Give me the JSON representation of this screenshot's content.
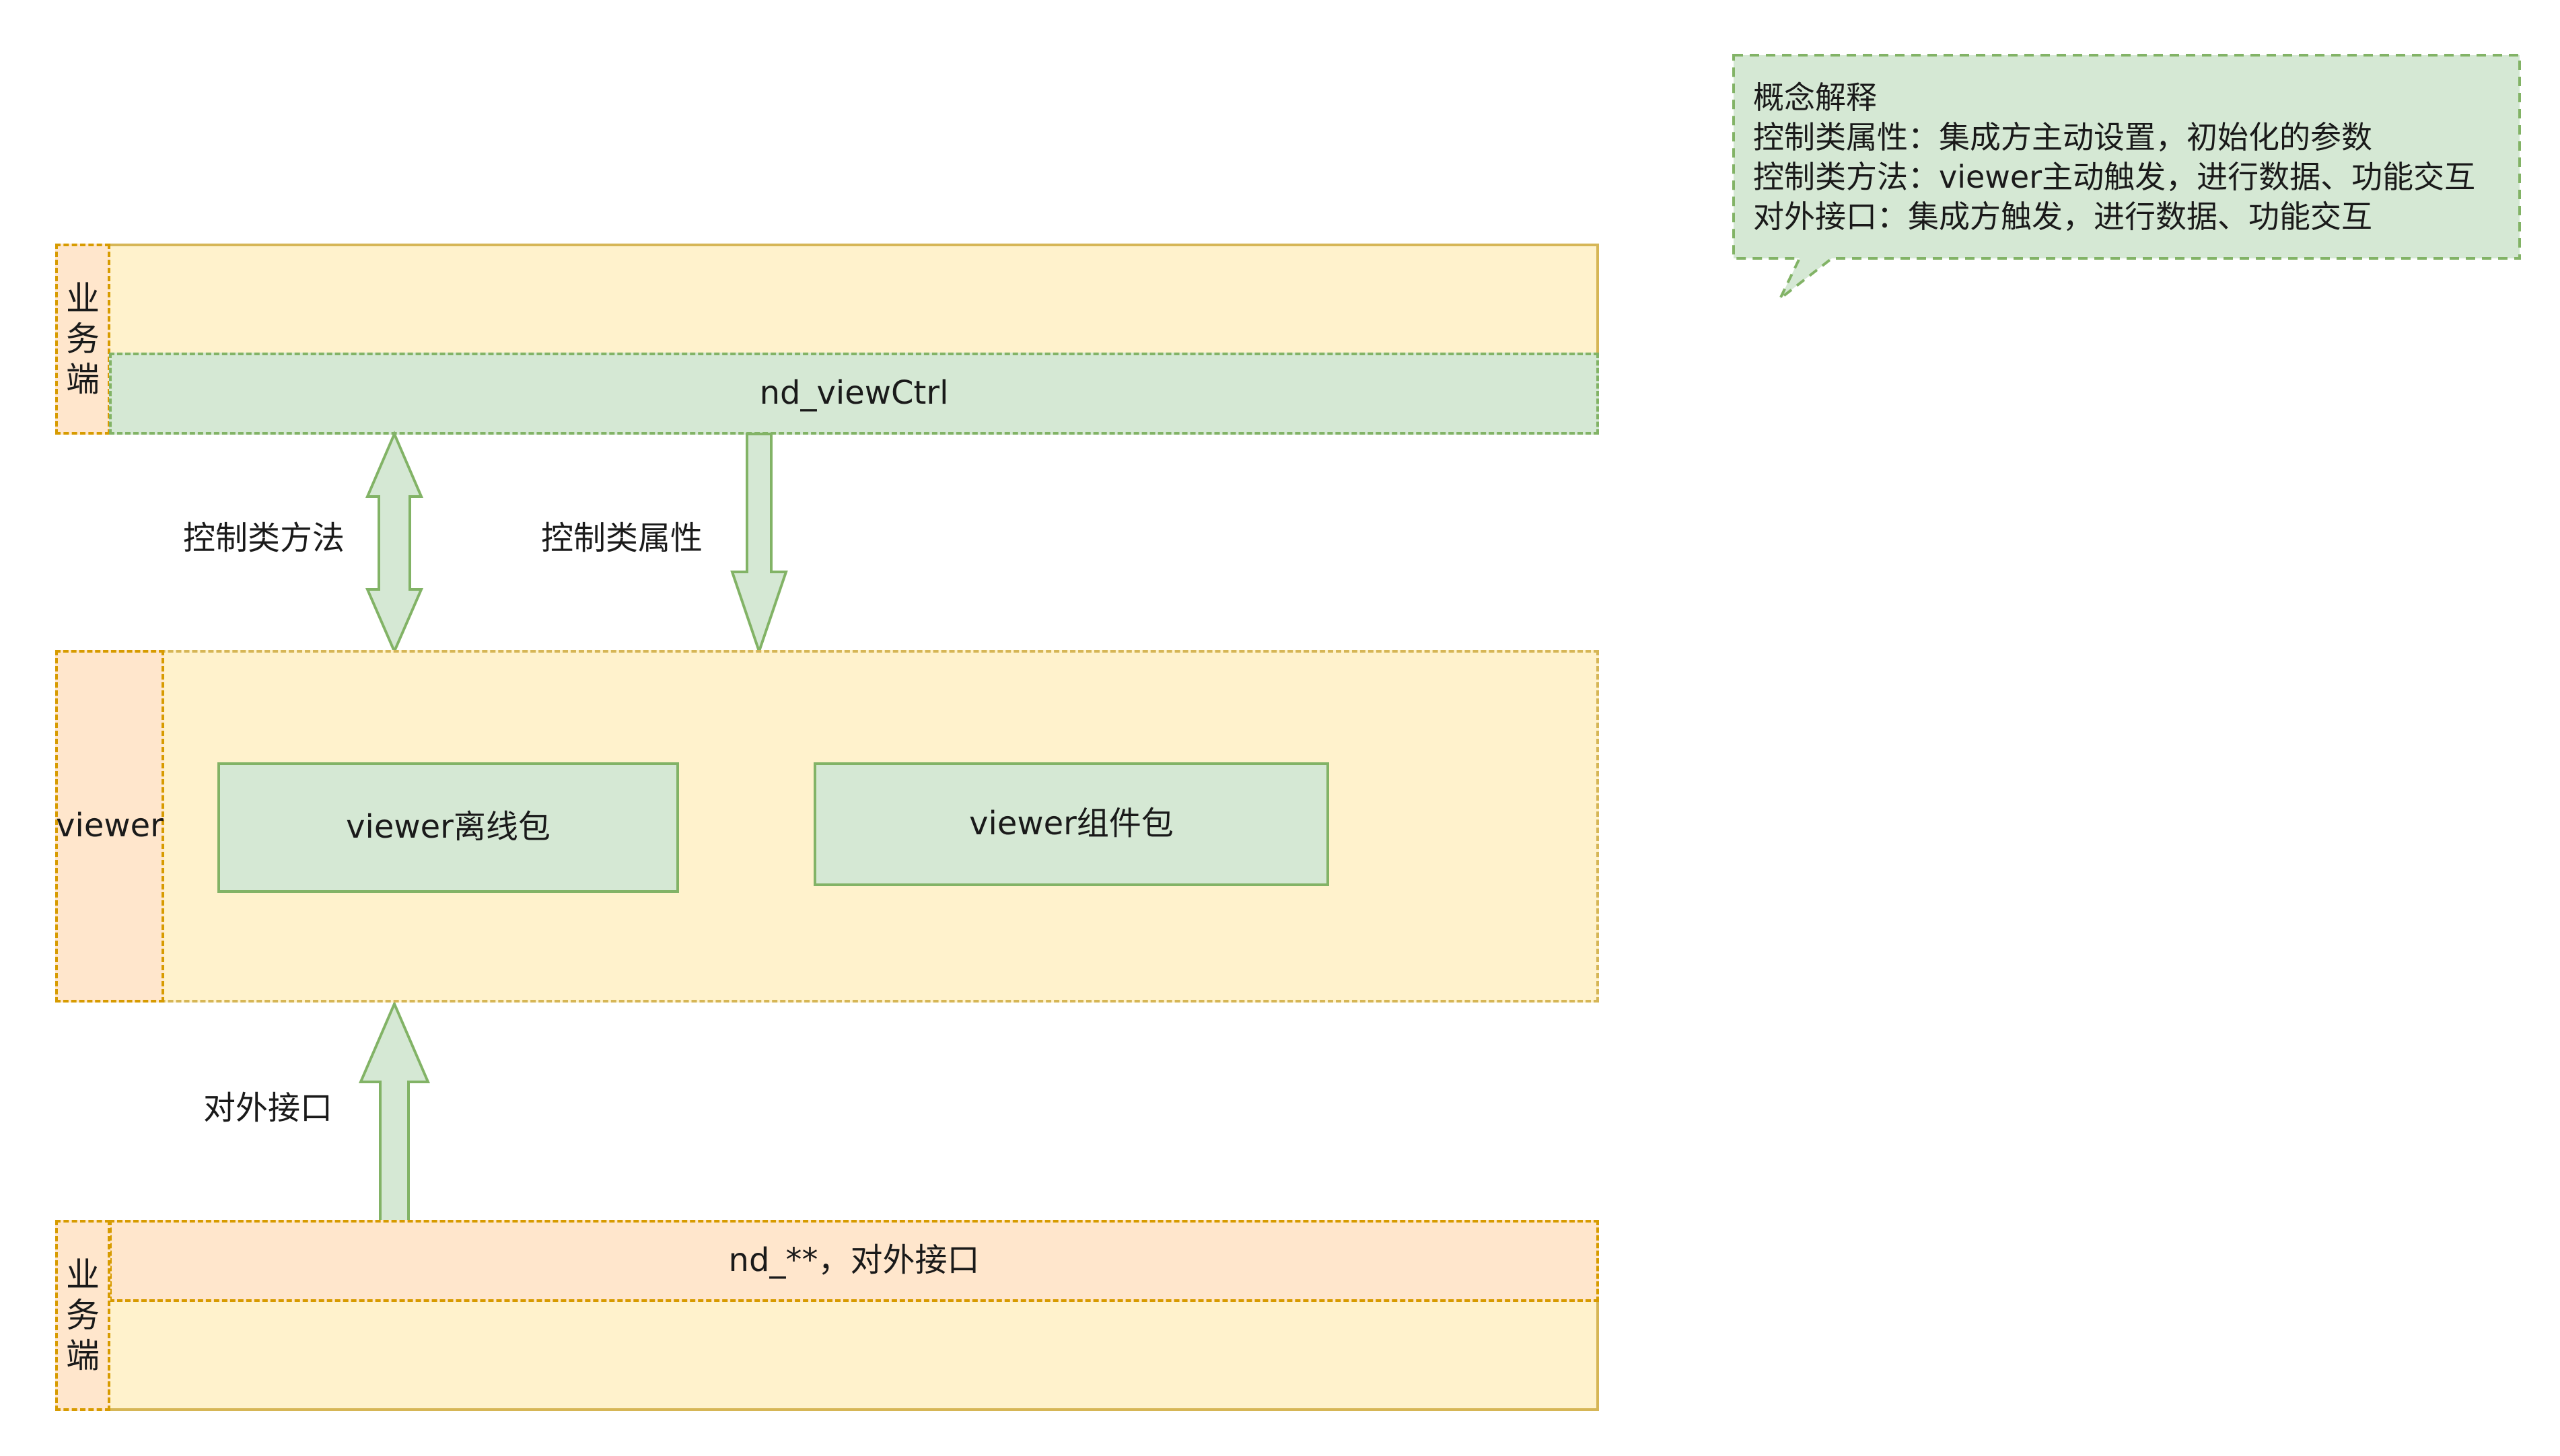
{
  "top_section": {
    "side_label_chars": [
      "业",
      "务",
      "端"
    ],
    "bar_label": "nd_viewCtrl"
  },
  "arrows": {
    "methods_label": "控制类方法",
    "properties_label": "控制类属性",
    "external_label": "对外接口"
  },
  "viewer_section": {
    "side_label": "viewer",
    "offline_package": "viewer离线包",
    "component_package": "viewer组件包"
  },
  "bottom_section": {
    "side_label_chars": [
      "业",
      "务",
      "端"
    ],
    "bar_label": "nd_**，对外接口"
  },
  "note": {
    "title": "概念解释",
    "lines": [
      "控制类属性：集成方主动设置，初始化的参数",
      "控制类方法：viewer主动触发，进行数据、功能交互",
      "对外接口：集成方触发，进行数据、功能交互"
    ]
  },
  "colors": {
    "yellow_fill": "#fff2cc",
    "yellow_stroke": "#d6b656",
    "green_fill": "#d5e8d4",
    "green_stroke": "#82b366",
    "peach_fill": "#ffe6cc",
    "peach_stroke": "#d79b00"
  }
}
